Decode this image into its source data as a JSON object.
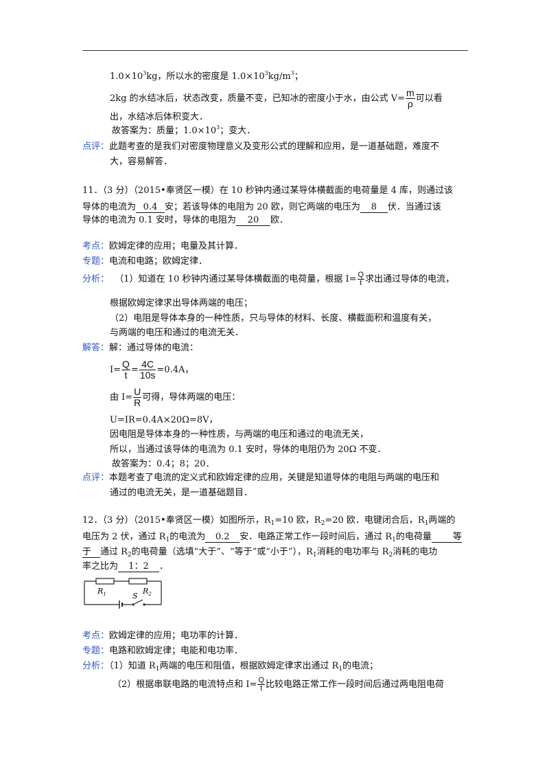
{
  "prev": {
    "l1a": "1.0×10",
    "l1b": "kg，所以水的密度是 1.0×10",
    "l1c": "kg/m",
    "l1d": "；",
    "l2a": "2kg 的水结冰后，状态改变，质量不变，已知冰的密度小于水，由公式 V=",
    "l2b": "可以看",
    "l2_num": "m",
    "l2_den": "ρ",
    "l3": "出，水结冰后体积变大．",
    "l4a": "故答案为：质量；1.0×10",
    "l4b": "；变大．",
    "sup3": "3",
    "review_label": "点评：",
    "review1": "此题考查的是我们对密度物理意义及变形公式的理解和应用，是一道基础题，难度不",
    "review2": "大，容易解答．"
  },
  "q11": {
    "l1": "11．（3 分）（2015•奉贤区一模）在 10 秒钟内通过某导体横截面的电荷量是 4 库，则通过该",
    "l2a": "导体的电流为",
    "blank1": "0.4",
    "l2b": "安；若该导体的电阻为 20 欧，则它两端的电压为",
    "blank2": "8",
    "l2c": "伏．当通过该",
    "l3a": "导体的电流为 0.1 安时，导体的电阻为",
    "blank3": "20",
    "l3b": "欧．",
    "kd_label": "考点：",
    "kd": "欧姆定律的应用；电量及其计算．",
    "zt_label": "专题：",
    "zt": "电流和电路；欧姆定律．",
    "fx_label": "分析：",
    "fx1a": "（1）知道在 10 秒钟内通过某导体横截面的电荷量，根据 I=",
    "fx1b": "求出通过导体的电流，",
    "frac_q": "Q",
    "frac_t": "t",
    "fx2": "根据欧姆定律求出导体两端的电压；",
    "fx3": "（2）电阻是导体本身的一种性质，只与导体的材料、长度、横截面积和温度有关，",
    "fx4": "与两端的电压和通过的电流无关．",
    "jd_label": "解答：",
    "jd1": "解：通过导体的电流：",
    "eq1a": "I=",
    "eq1_num2": "4C",
    "eq1_den2": "10s",
    "eq1b": "=0.4A，",
    "eq2a": "由 I=",
    "eq2_num": "U",
    "eq2_den": "R",
    "eq2b": "可得，导体两端的电压：",
    "eq3": "U=IR=0.4A×20Ω=8V，",
    "jd4": "因电阻是导体本身的一种性质，与两端的电压和通过的电流无关，",
    "jd5": "所以，当通过该导体的电流为 0.1 安时，导体的电阻仍为 20Ω 不变．",
    "jd6": "故答案为：0.4；8；20．",
    "dp_label": "点评：",
    "dp1": "本题考查了电流的定义式和欧姆定律的应用，关键是知道导体的电阻与两端的电压和",
    "dp2": "通过的电流无关，是一道基础题目．"
  },
  "q12": {
    "l1a": "12．（3 分）（2015•奉贤区一模）如图所示，R",
    "l1b": "=10 欧，R",
    "l1c": "=20 欧．电键闭合后，R",
    "l1d": "两端的",
    "l2a": "电压为 2 伏，通过 R",
    "l2b": "的电流为",
    "blank1": "0.2",
    "l2c": "安．电路正常工作一段时间后，通过 R",
    "l2d": "的电荷量",
    "blank2a": "等",
    "blank2b": "于",
    "l3a": "通过 R",
    "l3b": "的电荷量（选填“大于”、“等于”或“小于”），R",
    "l3c": "消耗的电功率与 R",
    "l3d": "消耗的电功",
    "l4a": "率之比为",
    "blank3": "1：2",
    "l4b": "．",
    "sub1": "1",
    "sub2": "2",
    "r1": "R",
    "r2": "R",
    "s": "S",
    "kd_label": "考点：",
    "kd": "欧姆定律的应用；电功率的计算．",
    "zt_label": "专题：",
    "zt": "电路和欧姆定律；电能和电功率．",
    "fx_label": "分析：",
    "fx1a": "（1）知道 R",
    "fx1b": "两端的电压和阻值，根据欧姆定律求出通过 R",
    "fx1c": "的电流；",
    "fx2a": "（2）根据串联电路的电流特点和 I=",
    "fx2b": "比较电路正常工作一段时间后通过两电阻电荷"
  }
}
